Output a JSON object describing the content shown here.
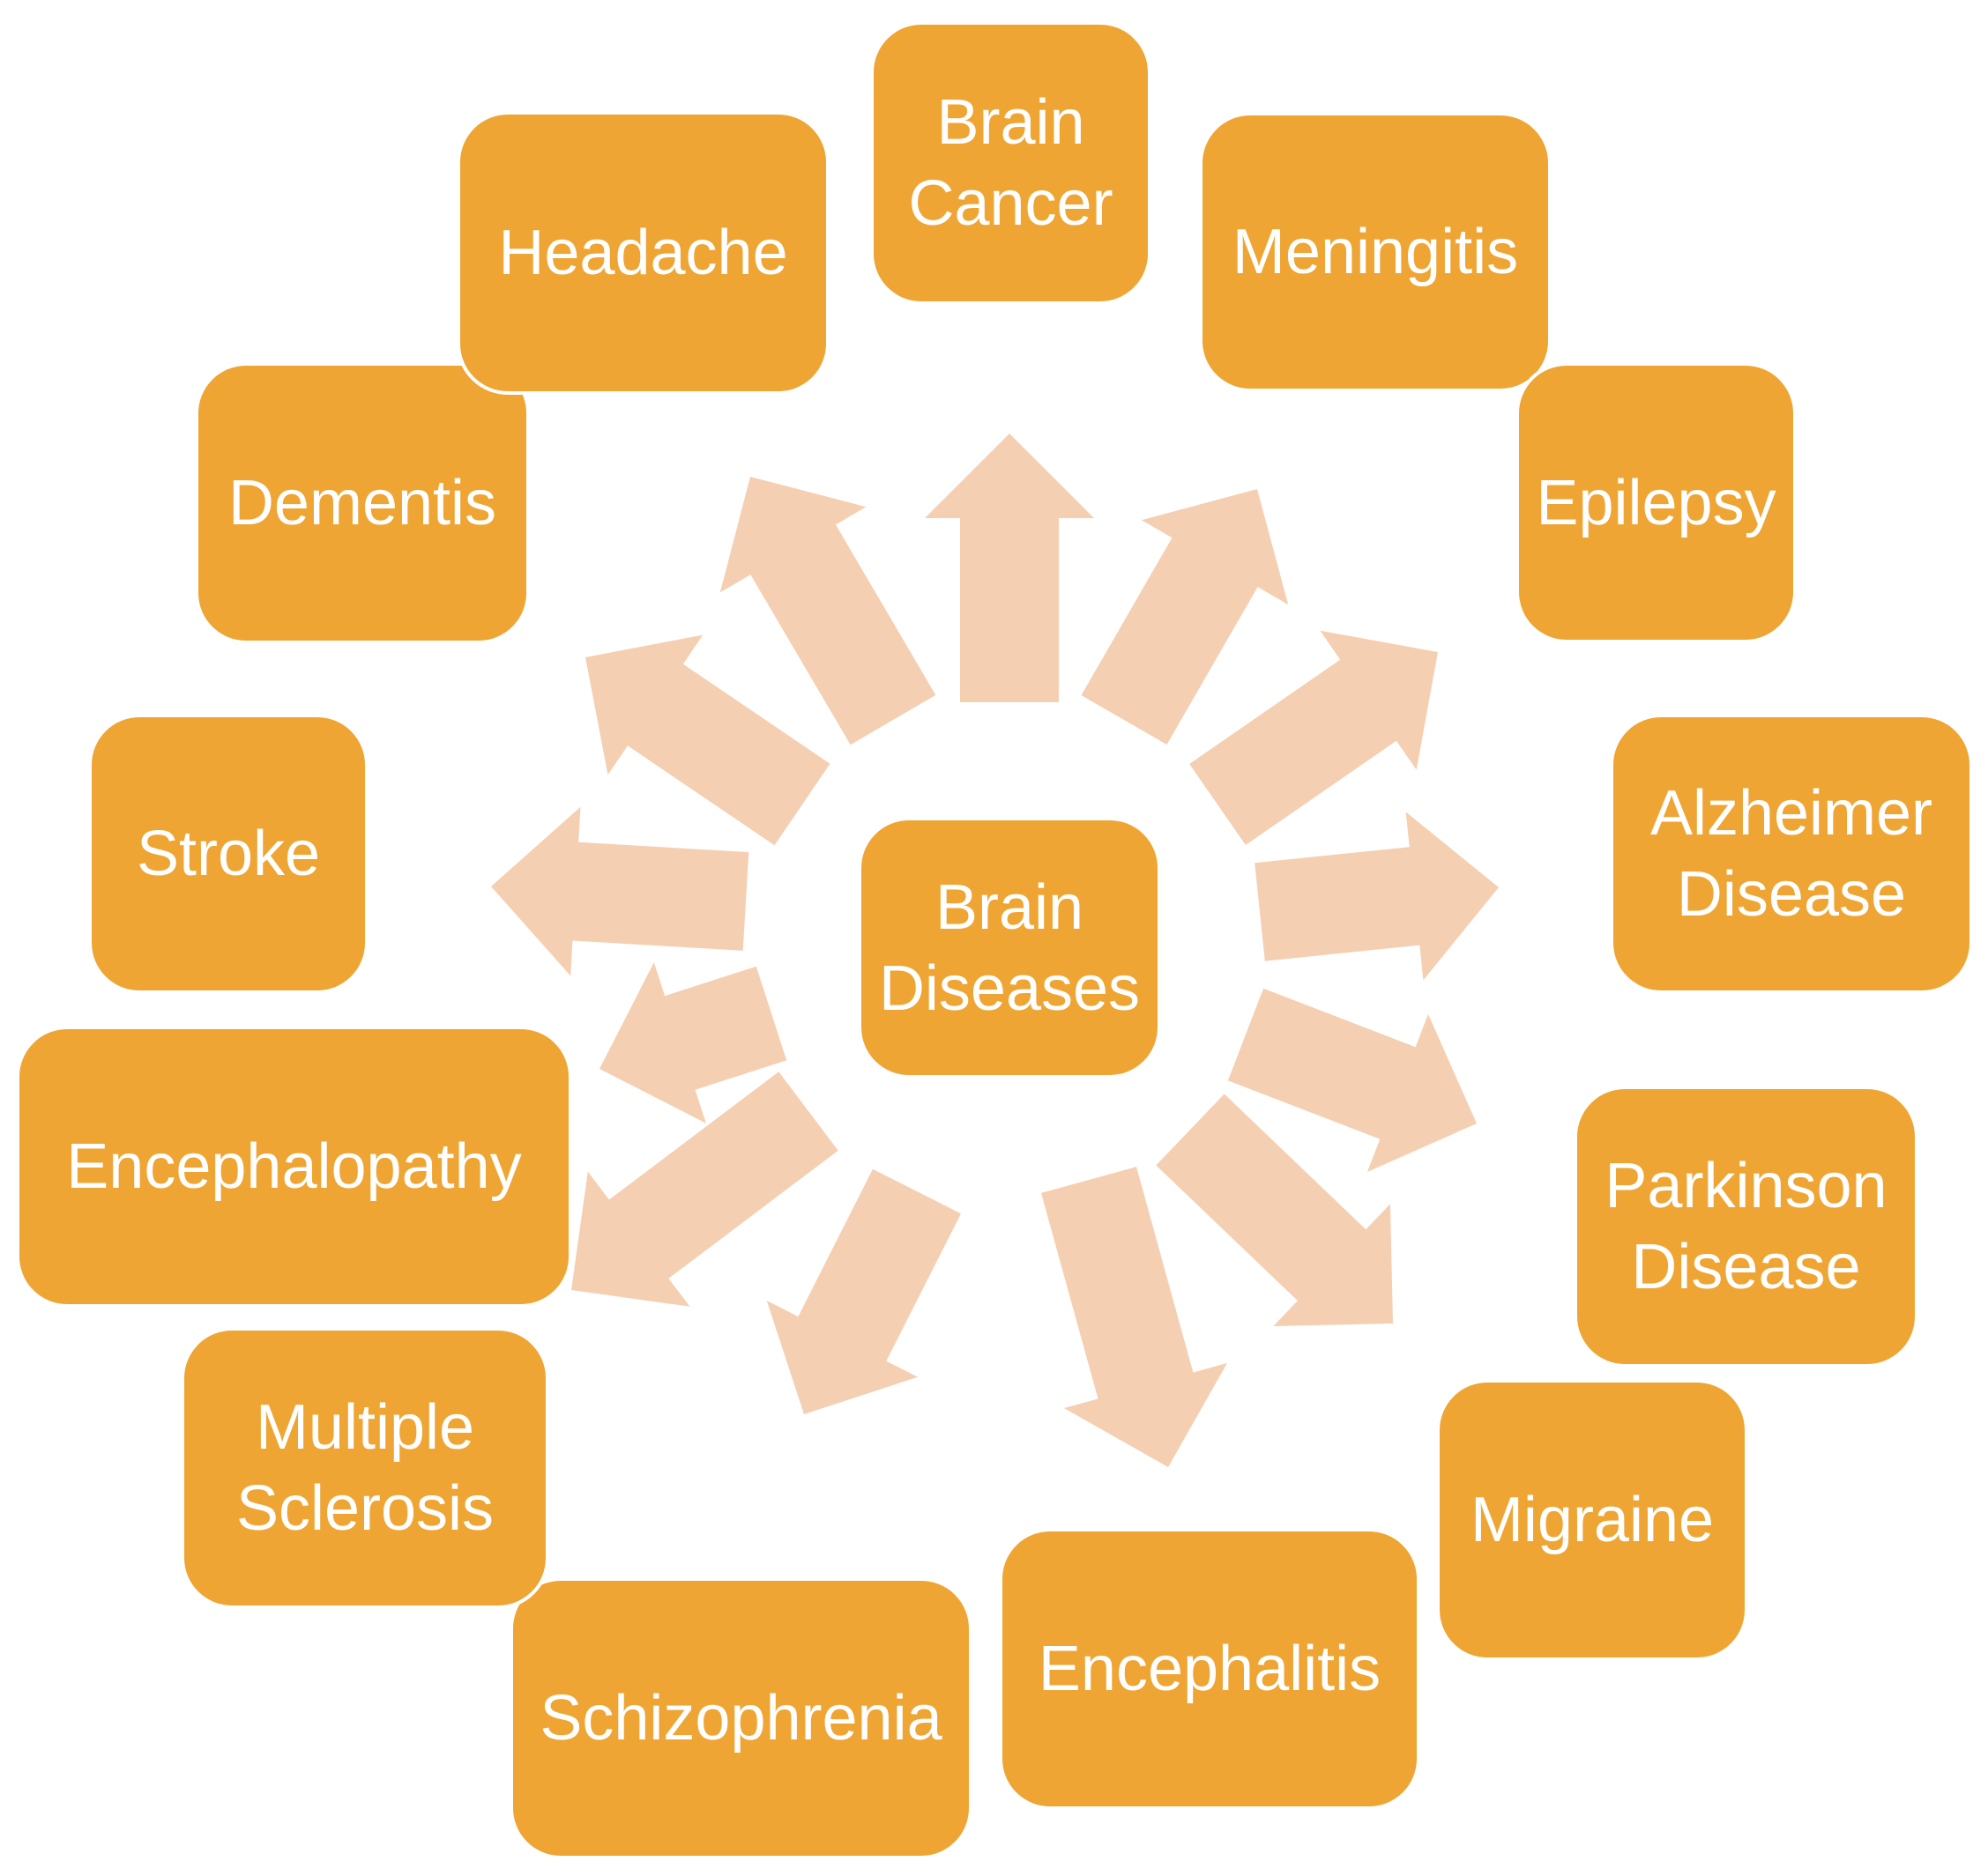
{
  "colors": {
    "box_fill": "#EFA534",
    "arrow_fill": "#F5CFB2",
    "text": "#FFFFFF",
    "background": "#FFFFFF"
  },
  "center": {
    "label": "Brain\nDiseases"
  },
  "diseases": [
    {
      "id": "brain-cancer",
      "label": "Brain\nCancer"
    },
    {
      "id": "meningitis",
      "label": "Meningitis"
    },
    {
      "id": "epilepsy",
      "label": "Epilepsy"
    },
    {
      "id": "alzheimer-disease",
      "label": "Alzheimer\nDisease"
    },
    {
      "id": "parkinson-disease",
      "label": "Parkinson\nDisease"
    },
    {
      "id": "migraine",
      "label": "Migraine"
    },
    {
      "id": "encephalitis",
      "label": "Encephalitis"
    },
    {
      "id": "schizophrenia",
      "label": "Schizophrenia"
    },
    {
      "id": "multiple-sclerosis",
      "label": "Multiple\nSclerosis"
    },
    {
      "id": "encephalopathy",
      "label": "Encephalopathy"
    },
    {
      "id": "stroke",
      "label": "Stroke"
    },
    {
      "id": "dementis",
      "label": "Dementis"
    },
    {
      "id": "headache",
      "label": "Headache"
    }
  ]
}
